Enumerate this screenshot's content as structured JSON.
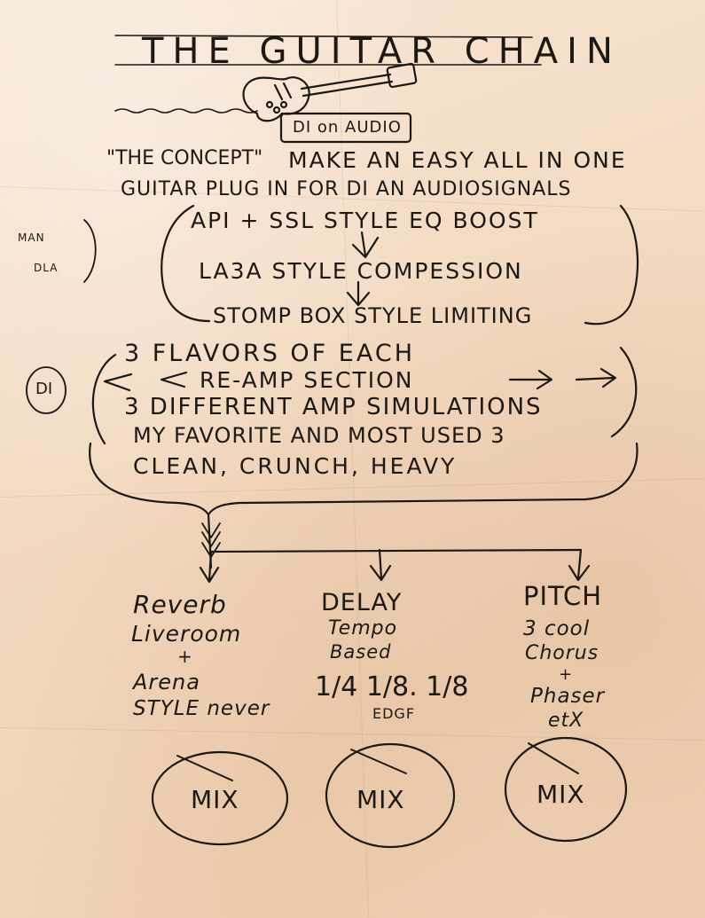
{
  "title": "THE GUITAR CHAIN",
  "di_badge": "DI on AUDIO",
  "concept": {
    "label": "\"THE CONCEPT\"",
    "line1": "MAKE AN EASY ALL IN ONE",
    "line2": "GUITAR PLUG IN FOR DI AN AUDIOSIGNALS"
  },
  "side_notes": {
    "main_top": "MAN",
    "main_bottom": "DLA",
    "di": "DI"
  },
  "chain": {
    "eq": "API + SSL STYLE EQ BOOST",
    "comp": "LA3A STYLE COMPESSION",
    "limit": "STOMP BOX STYLE LIMITING"
  },
  "amp": {
    "line1": "3 FLAVORS OF EACH",
    "reamp": "RE-AMP SECTION",
    "line3": "3 DIFFERENT AMP SIMULATIONS",
    "line4": "MY FAVORITE AND MOST USED 3",
    "line5": "CLEAN, CRUNCH, HEAVY"
  },
  "effects": [
    {
      "name": "Reverb",
      "lines": [
        "Liveroom",
        "+",
        "Arena",
        "STYLE never"
      ],
      "mix": "MIX"
    },
    {
      "name": "DELAY",
      "lines": [
        "Tempo",
        "Based",
        "1/4  1/8.  1/8",
        "EDGF"
      ],
      "mix": "MIX"
    },
    {
      "name": "PITCH",
      "lines": [
        "3 cool",
        "Chorus",
        "+",
        "Phaser",
        "etX"
      ],
      "mix": "MIX"
    }
  ]
}
